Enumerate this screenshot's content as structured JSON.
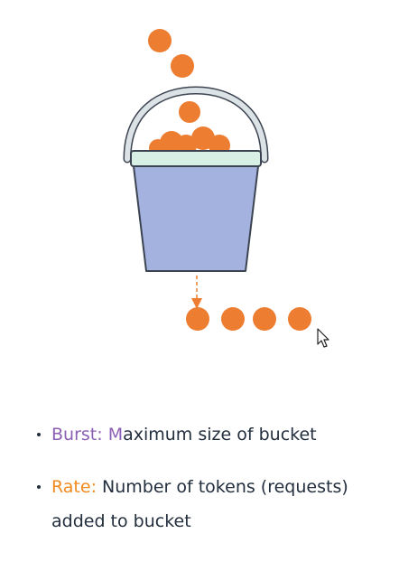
{
  "diagram": {
    "subject": "token-bucket",
    "colors": {
      "token": "#ed7d31",
      "bucket_body": "#a4b2e0",
      "bucket_rim": "#d8efe6",
      "handle": "#dbe3e6",
      "outline": "#3d4451",
      "drip_arrow": "#ed7d31"
    },
    "tokens_falling": 2,
    "tokens_in_bucket": 6,
    "tokens_output": 4,
    "cursor_icon": "mouse-pointer-icon"
  },
  "legend": {
    "burst": {
      "term": "Burst:",
      "accent_letter": "M",
      "rest": "aximum size of bucket",
      "term_color": "#8c5fb6"
    },
    "rate": {
      "term": "Rate:",
      "text": "Number of tokens (requests) added to bucket",
      "term_color": "#f08a1c"
    }
  }
}
